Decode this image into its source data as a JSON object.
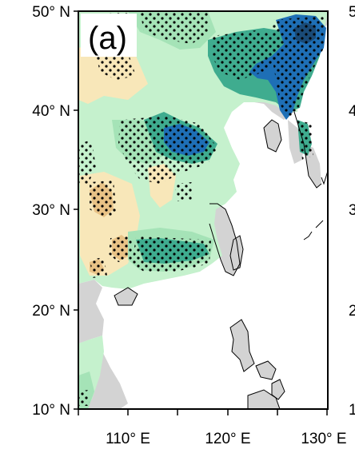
{
  "panel_label": "(a)",
  "lat_ticks": [
    "50° N",
    "40° N",
    "30° N",
    "20° N",
    "10° N"
  ],
  "lon_ticks": [
    "110° E",
    "120° E",
    "130° E"
  ],
  "clipped_right_ticks": [
    "5",
    "4",
    "3",
    "2",
    "1"
  ],
  "colors": {
    "land": "#d3d3d3",
    "ocean": "#ffffff",
    "light_green": "#c5f1cd",
    "mid_green": "#a5e3b7",
    "teal": "#3fac8f",
    "blue": "#1e6fb6",
    "dark_blue": "#1a4b78",
    "tan": "#f8e7b9",
    "orange": "#e8c286",
    "stipple": "#000000"
  }
}
